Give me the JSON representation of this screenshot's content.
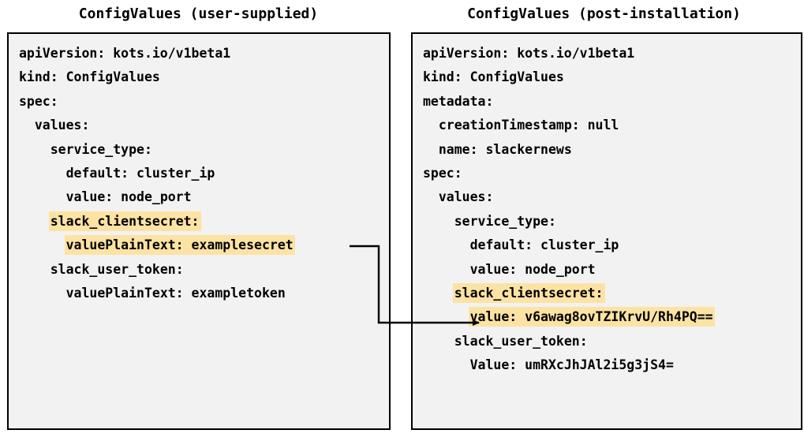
{
  "panels": [
    {
      "id": "user-supplied",
      "title": "ConfigValues (user-supplied)",
      "lines": [
        {
          "text": "apiVersion: kots.io/v1beta1",
          "highlight": false
        },
        {
          "text": "kind: ConfigValues",
          "highlight": false
        },
        {
          "text": "spec:",
          "highlight": false
        },
        {
          "text": "  values:",
          "highlight": false
        },
        {
          "text": "    service_type:",
          "highlight": false
        },
        {
          "text": "      default: cluster_ip",
          "highlight": false
        },
        {
          "text": "      value: node_port",
          "highlight": false
        },
        {
          "text": "    slack_clientsecret:",
          "highlight": true
        },
        {
          "text": "      valuePlainText: examplesecret",
          "highlight": true
        },
        {
          "text": "    slack_user_token:",
          "highlight": false
        },
        {
          "text": "      valuePlainText: exampletoken",
          "highlight": false
        }
      ]
    },
    {
      "id": "post-installation",
      "title": "ConfigValues (post-installation)",
      "lines": [
        {
          "text": "apiVersion: kots.io/v1beta1",
          "highlight": false
        },
        {
          "text": "kind: ConfigValues",
          "highlight": false
        },
        {
          "text": "metadata:",
          "highlight": false
        },
        {
          "text": "  creationTimestamp: null",
          "highlight": false
        },
        {
          "text": "  name: slackernews",
          "highlight": false
        },
        {
          "text": "spec:",
          "highlight": false
        },
        {
          "text": "  values:",
          "highlight": false
        },
        {
          "text": "    service_type:",
          "highlight": false
        },
        {
          "text": "      default: cluster_ip",
          "highlight": false
        },
        {
          "text": "      value: node_port",
          "highlight": false
        },
        {
          "text": "    slack_clientsecret:",
          "highlight": true
        },
        {
          "text": "      value: v6awag8ovTZIKrvU/Rh4PQ==",
          "highlight": true
        },
        {
          "text": "    slack_user_token:",
          "highlight": false
        },
        {
          "text": "      Value: umRXcJhJAl2i5g3jS4=",
          "highlight": false
        }
      ]
    }
  ],
  "connector": {
    "label": "arrow-from-plaintext-secret-to-encrypted-value"
  },
  "colors": {
    "highlight": "#fce3a4",
    "box_background": "#f2f2f2",
    "box_border": "#000000",
    "text": "#000000",
    "page_background": "#ffffff"
  }
}
